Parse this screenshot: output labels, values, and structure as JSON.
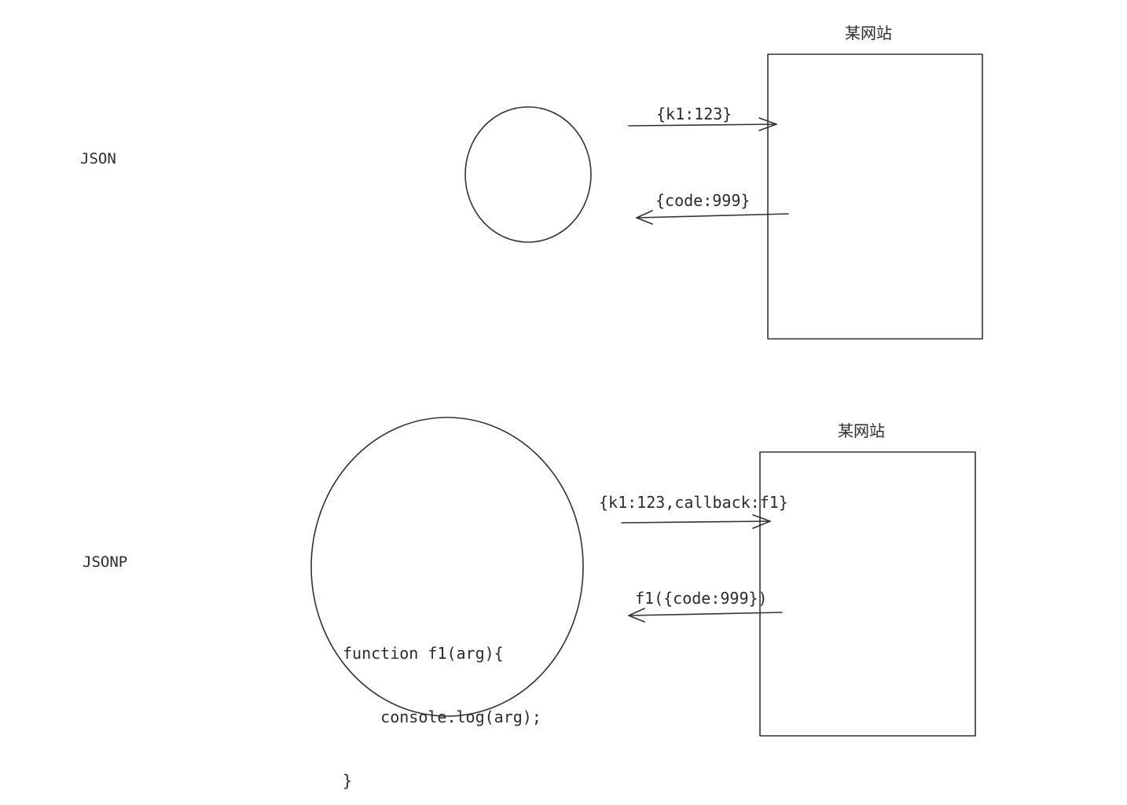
{
  "colors": {
    "background": "#ffffff",
    "stroke": "#333333",
    "text": "#2b2b2b"
  },
  "json_section": {
    "label": "JSON",
    "site_title": "某网站",
    "request_message": "{k1:123}",
    "response_message": "{code:999}"
  },
  "jsonp_section": {
    "label": "JSONP",
    "site_title": "某网站",
    "request_message": "{k1:123,callback:f1}",
    "response_message": "f1({code:999})",
    "code_lines": [
      "function f1(arg){",
      "    console.log(arg);",
      "}"
    ]
  }
}
